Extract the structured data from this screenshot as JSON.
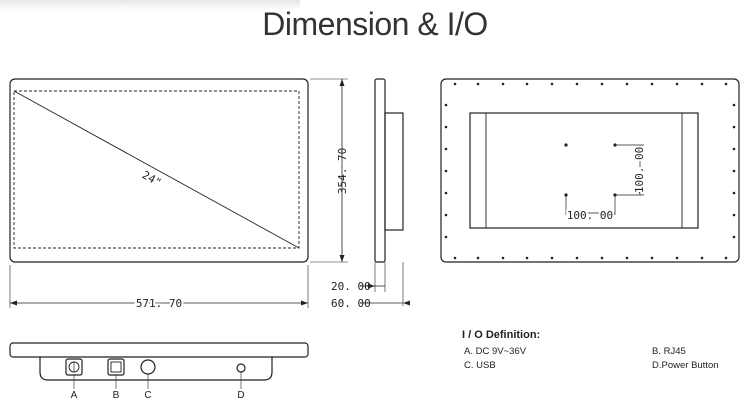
{
  "title": "Dimension & I/O",
  "dimensions": {
    "diagonal": "24\"",
    "height": "354. 70",
    "width": "571. 70",
    "depth_front": "20. 00",
    "depth_total": "60. 00",
    "vesa_h": "100. 00",
    "vesa_v": "100. 00"
  },
  "io": {
    "heading": "I / O Definition:",
    "items": [
      {
        "key": "A",
        "text": "A. DC 9V~36V"
      },
      {
        "key": "B",
        "text": "B. RJ45"
      },
      {
        "key": "C",
        "text": "C. USB"
      },
      {
        "key": "D",
        "text": "D.Power Button"
      }
    ],
    "port_labels": [
      "A",
      "B",
      "C",
      "D"
    ]
  }
}
